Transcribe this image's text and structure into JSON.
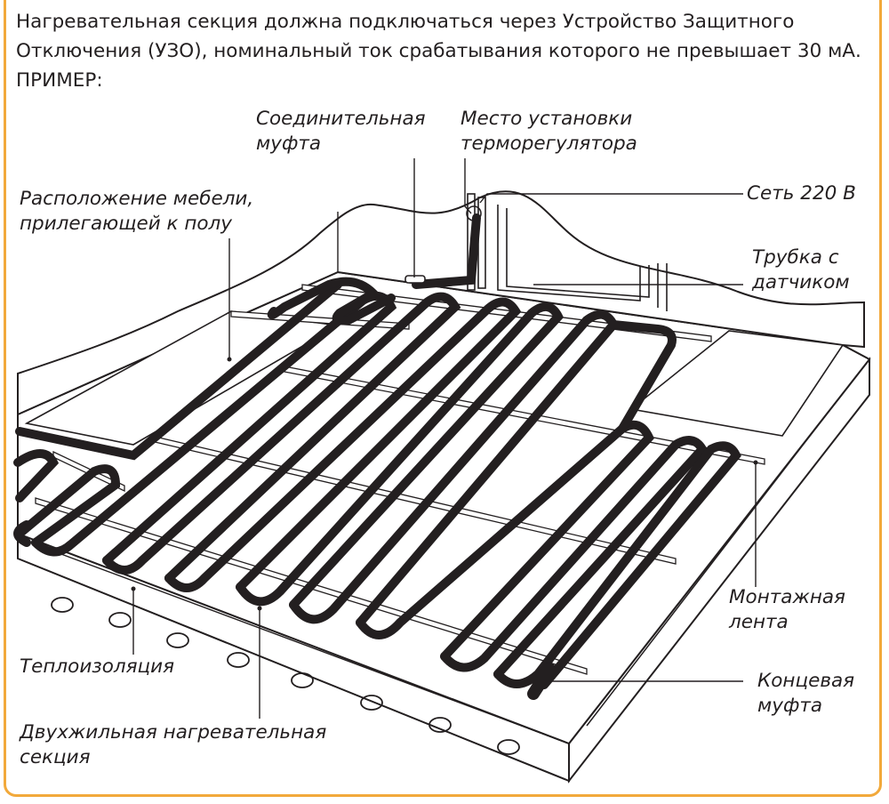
{
  "intro": {
    "line1": "Нагревательная секция должна подключаться через Устройство Защитного",
    "line2": "Отключения (УЗО), номинальный ток срабатывания которого не превышает 30 мА.",
    "line3": "ПРИМЕР:"
  },
  "labels": {
    "coupling": [
      "Соединительная",
      "муфта"
    ],
    "thermostat": [
      "Место установки",
      "терморегулятора"
    ],
    "mains": "Сеть 220 В",
    "furniture": [
      "Расположение мебели,",
      "прилегающей к полу"
    ],
    "sensor_tube": [
      "Трубка с",
      "датчиком"
    ],
    "tape": [
      "Монтажная",
      "лента"
    ],
    "insulation": "Теплоизоляция",
    "end_coupling": [
      "Концевая",
      "муфта"
    ],
    "cable": [
      "Двухжильная нагревательная",
      "секция"
    ]
  },
  "colors": {
    "frame": "#f2a93b",
    "ink": "#231f20",
    "paper": "#ffffff"
  }
}
